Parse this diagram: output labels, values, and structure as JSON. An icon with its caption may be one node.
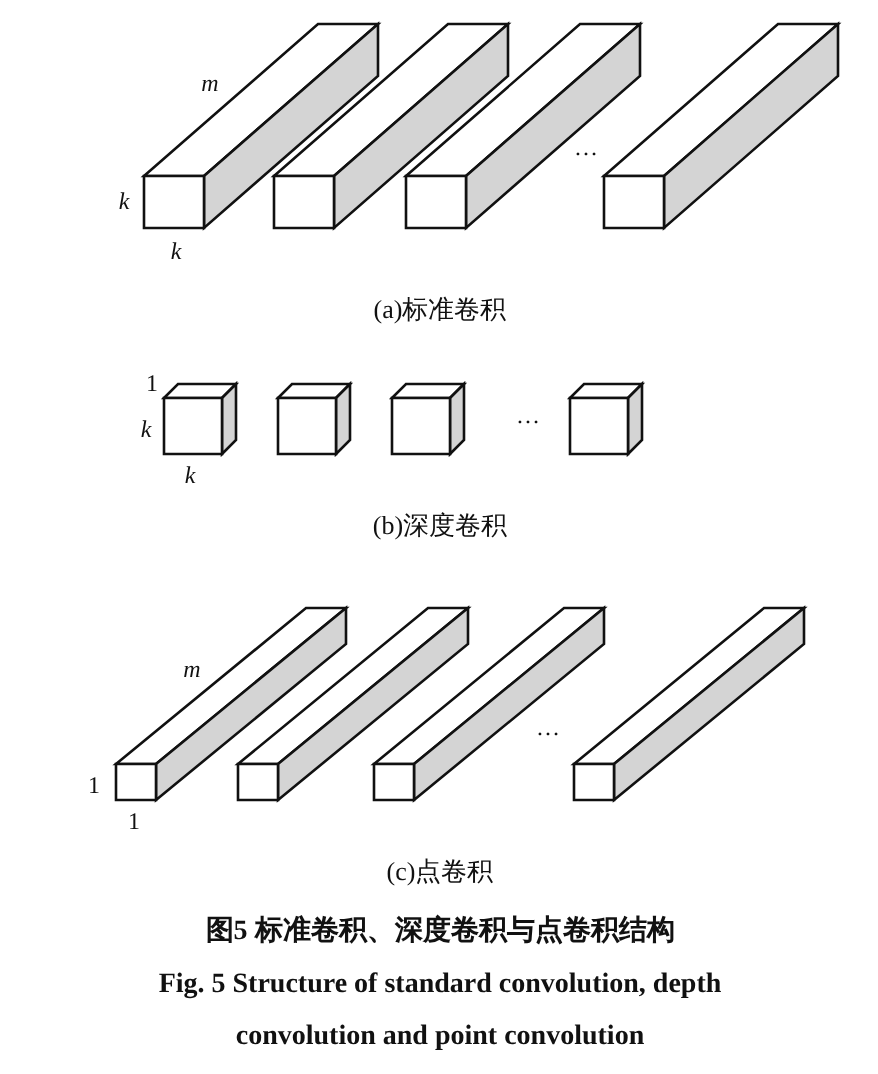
{
  "diagram": {
    "caption": "图5 标准卷积、深度卷积与点卷积结构",
    "labels": [
      "m",
      "k",
      "k",
      "…",
      "(a)标准卷积",
      "1",
      "k",
      "k",
      "…",
      "(b)深度卷积",
      "m",
      "1",
      "1",
      "…",
      "(c)点卷积",
      "Fig. 5 Structure of standard convolution, depth convolution and point convolution"
    ]
  }
}
